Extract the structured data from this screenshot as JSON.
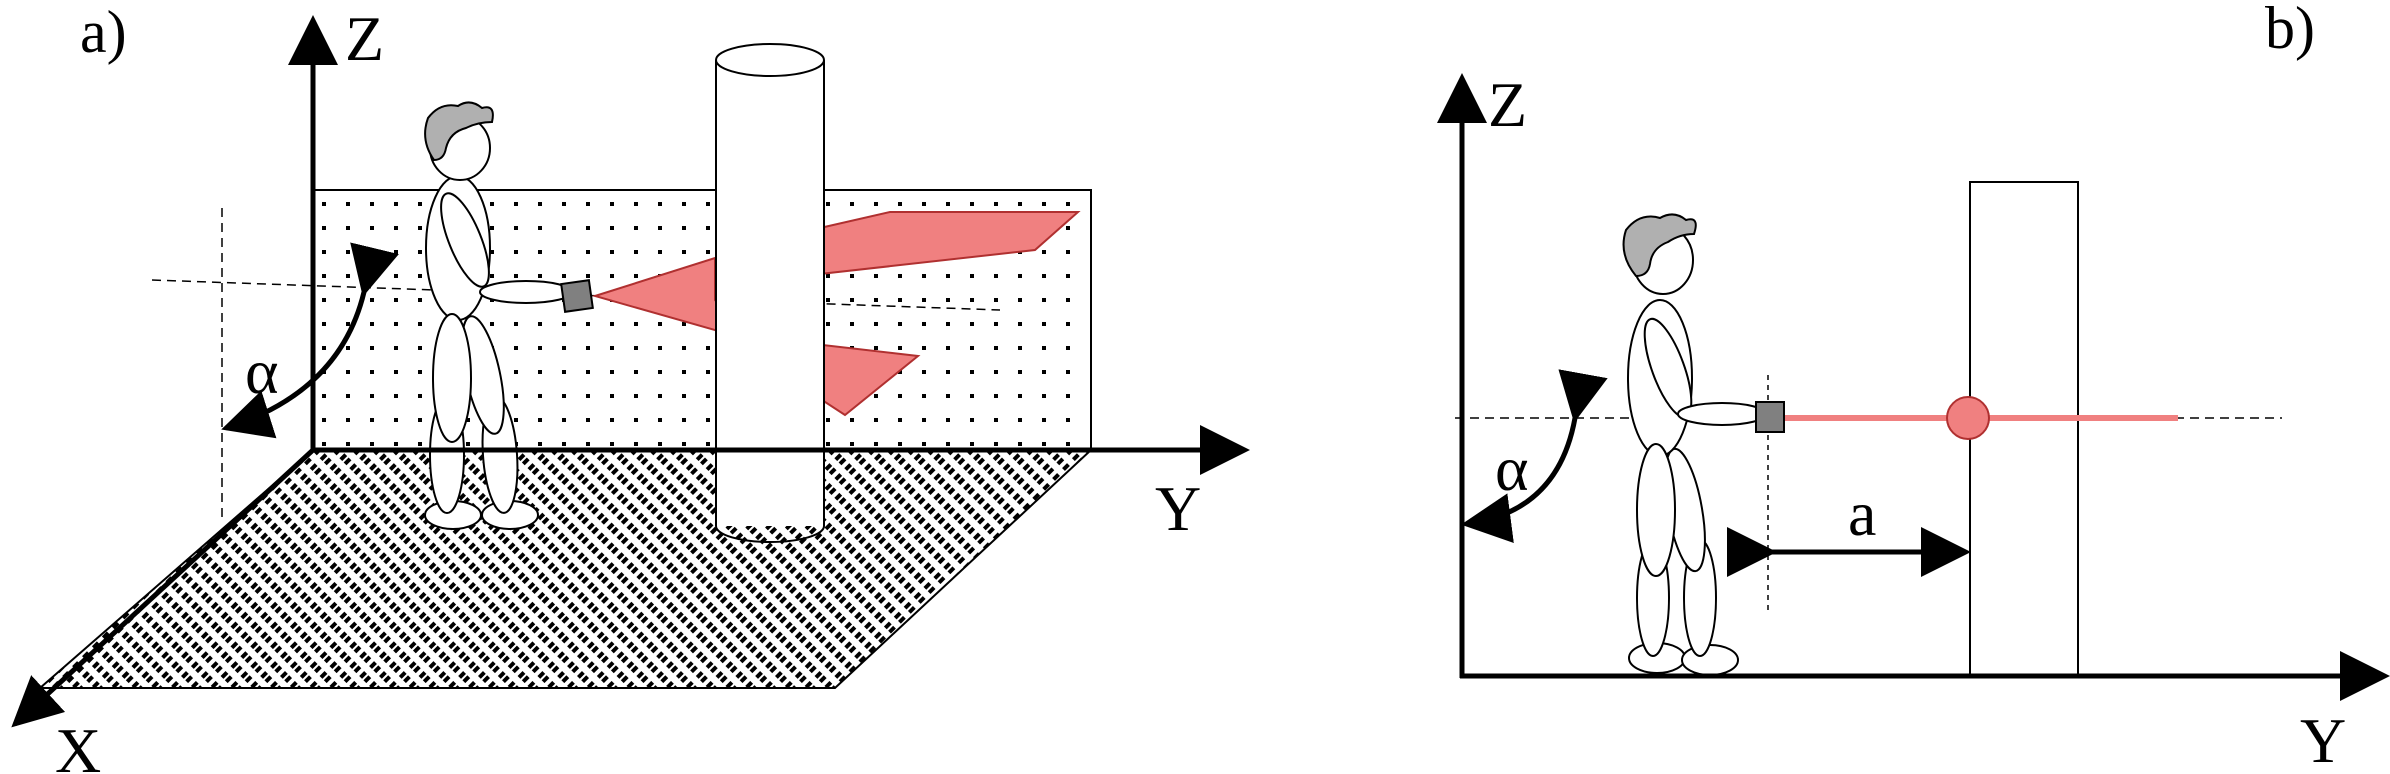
{
  "panels": {
    "a": {
      "label": "a)",
      "axis_z": "Z",
      "axis_y": "Y",
      "axis_x": "X",
      "angle": "α"
    },
    "b": {
      "label": "b)",
      "axis_z": "Z",
      "axis_y": "Y",
      "angle": "α",
      "distance": "a"
    }
  },
  "colors": {
    "laser": "#f08080",
    "laser_stroke": "#b03030",
    "device": "#808080",
    "hair": "#b0b0b0",
    "ink": "#000000"
  }
}
